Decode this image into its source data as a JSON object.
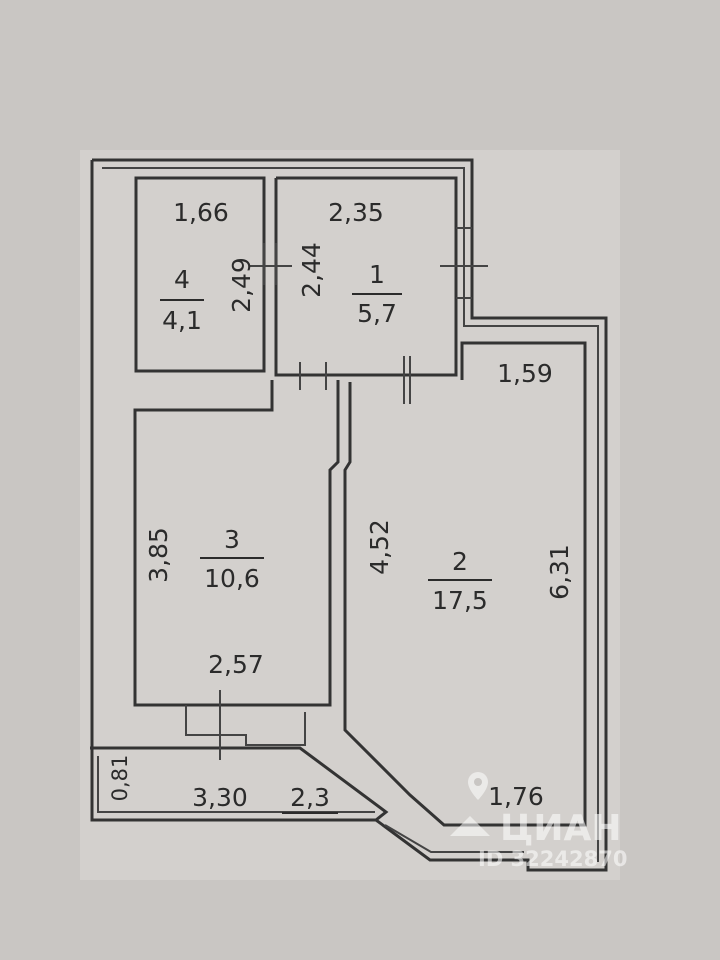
{
  "rooms": [
    {
      "number": "1",
      "area": "5,7"
    },
    {
      "number": "2",
      "area": "17,5"
    },
    {
      "number": "3",
      "area": "10,6"
    },
    {
      "number": "4",
      "area": "4,1"
    }
  ],
  "balcony": {
    "area": "2,3"
  },
  "dimensions": {
    "room4_width": "1,66",
    "room4_depth": "2,49",
    "room1_width": "2,35",
    "room1_depth": "2,44",
    "room2_width": "1,59",
    "room2_left": "4,52",
    "room2_right": "6,31",
    "room2_bottom": "1,76",
    "room3_depth": "3,85",
    "room3_width": "2,57",
    "balcony_depth": "0,81",
    "balcony_width": "3,30"
  },
  "watermark": {
    "brand": "ЦИАН",
    "id": "ID 32242870"
  }
}
